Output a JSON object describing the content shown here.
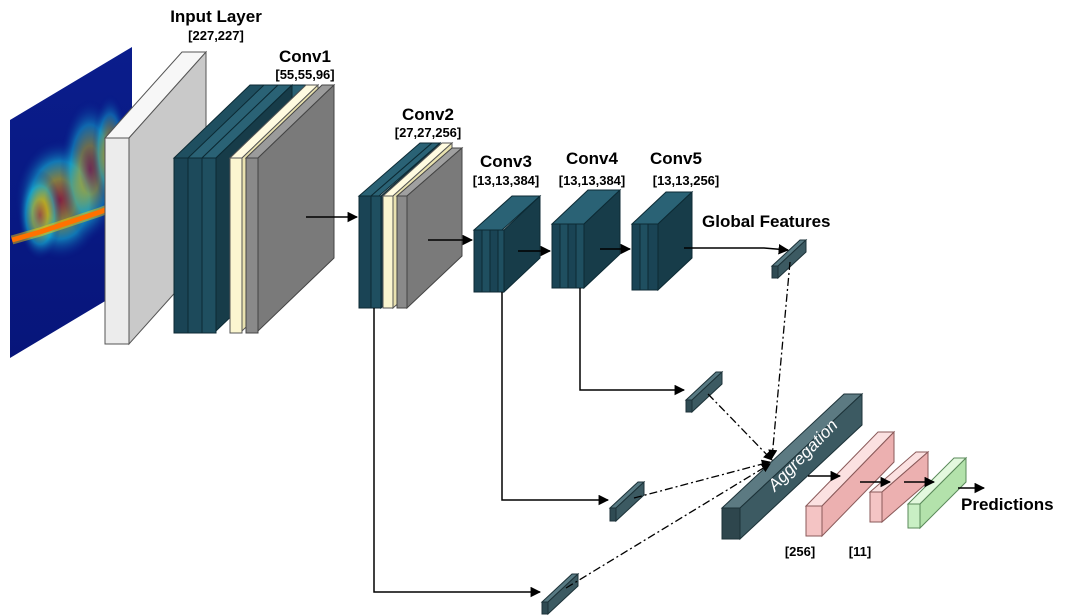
{
  "layers": {
    "input": {
      "title": "Input Layer",
      "dims": "[227,227]"
    },
    "conv1": {
      "title": "Conv1",
      "dims": "[55,55,96]"
    },
    "conv2": {
      "title": "Conv2",
      "dims": "[27,27,256]"
    },
    "conv3": {
      "title": "Conv3",
      "dims": "[13,13,384]"
    },
    "conv4": {
      "title": "Conv4",
      "dims": "[13,13,384]"
    },
    "conv5": {
      "title": "Conv5",
      "dims": "[13,13,256]"
    }
  },
  "global_features": "Global Features",
  "aggregation": "Aggregation",
  "fc": {
    "dim1": "[256]",
    "dim2": "[11]"
  },
  "predictions": "Predictions",
  "colors": {
    "conv_teal": "#1f4f60",
    "pool_cream": "#fbf6d0",
    "norm_gray": "#7a7a7a",
    "input_white": "#ececec",
    "fc_pink": "#f4c4c4",
    "fc_green": "#c9efc4",
    "agg_slate": "#3c5a62"
  }
}
